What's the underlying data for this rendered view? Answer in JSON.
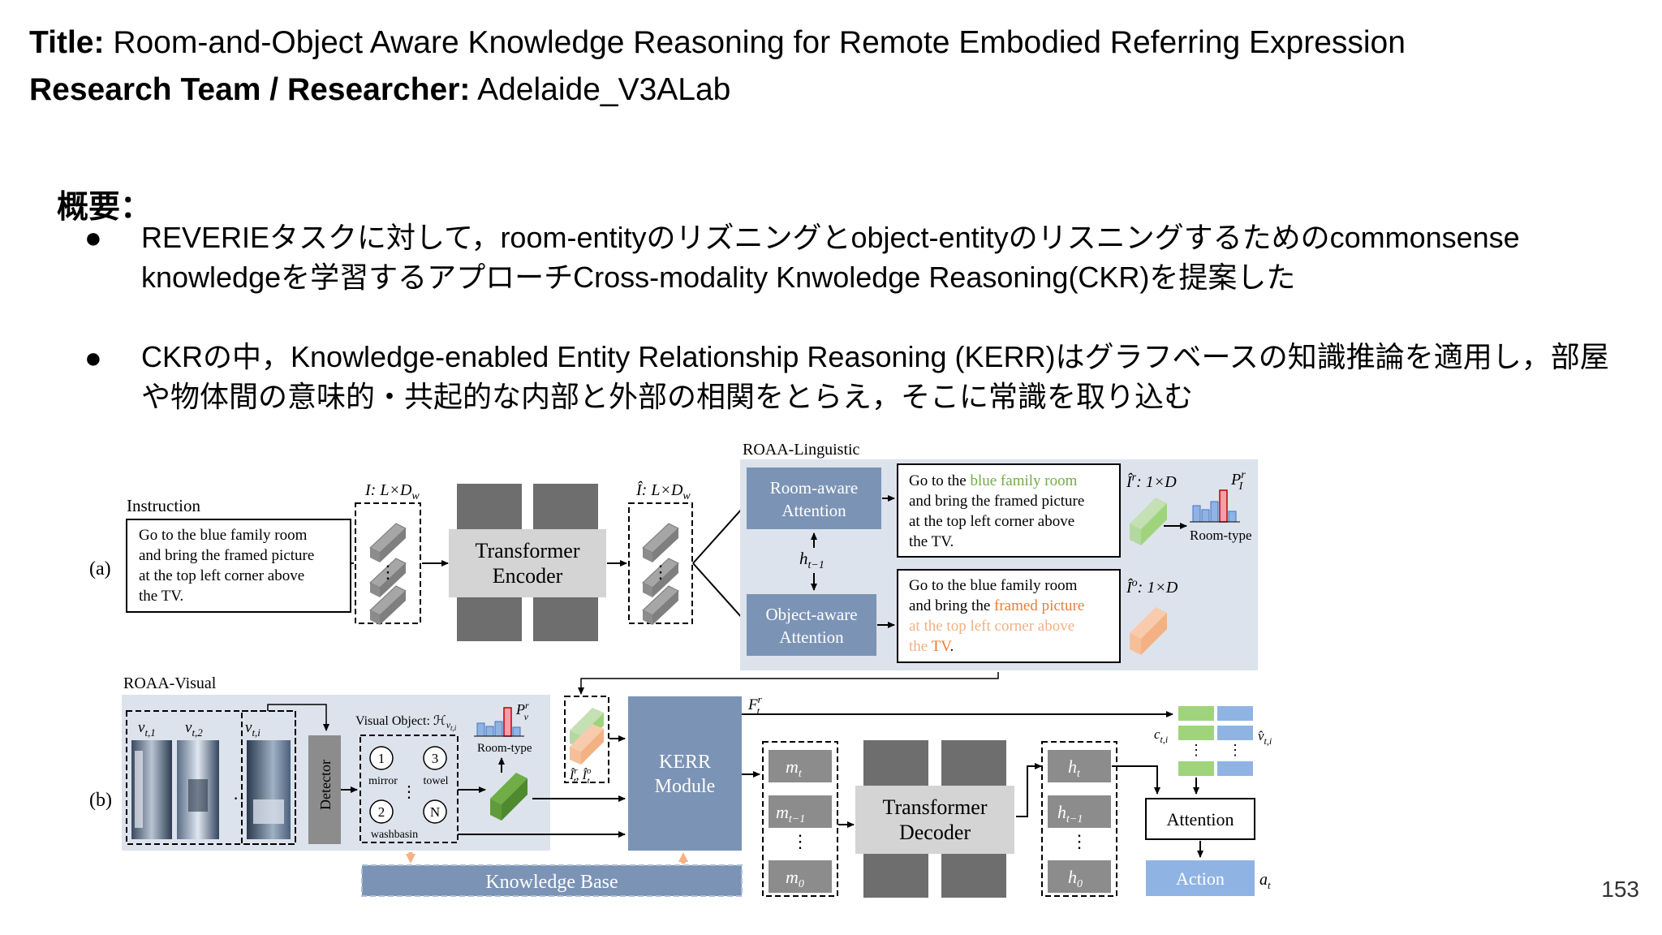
{
  "header": {
    "title_label": "Title:",
    "title_value": "Room-and-Object Aware Knowledge Reasoning for Remote Embodied Referring Expression",
    "team_label": "Research Team / Researcher:",
    "team_value": "Adelaide_V3ALab"
  },
  "overview": {
    "heading": "概要：",
    "bullet_symbol": "●",
    "bullets": [
      "REVERIEタスクに対して，room-entityのリズニングとobject-entityのリスニングするためのcommonsense knowledgeを学習するアプローチCross-modality Knwoledge Reasoning(CKR)を提案した",
      "CKRの中，Knowledge-enabled Entity Relationship Reasoning (KERR)はグラフベースの知識推論を適用し，部屋や物体間の意味的・共起的な内部と外部の相関をとらえ，そこに常識を取り込む"
    ]
  },
  "figure": {
    "label_a": "(a)",
    "label_b": "(b)",
    "instruction_label": "Instruction",
    "instruction_text": [
      "Go to the blue family room",
      "and bring the framed picture",
      "at the top left corner above",
      "the TV."
    ],
    "input_dim": "I: L×D",
    "input_dim_sub": "w",
    "enc_dim": "Î: L×D",
    "enc_dim_sub": "w",
    "transformer_encoder": [
      "Transformer",
      "Encoder"
    ],
    "roaa_linguistic": "ROAA-Linguistic",
    "room_attention": [
      "Room-aware",
      "Attention"
    ],
    "object_attention": [
      "Object-aware",
      "Attention"
    ],
    "hidden_prev": "h",
    "hidden_prev_sub": "t−1",
    "room_text": {
      "l1_pre": "Go to the ",
      "l1_hl": "blue family room",
      "l2": "and bring the framed picture",
      "l3": "at the top left corner above",
      "l4": "the TV."
    },
    "object_text": {
      "l1": "Go to the blue family room",
      "l2_pre": "and bring the ",
      "l2_hl": "framed picture",
      "l3": "at the top left corner above",
      "l4_a": "the ",
      "l4_b": "TV",
      "l4_c": "."
    },
    "room_feat": "Î",
    "room_feat_sup": "r",
    "room_feat_dim": ": 1×D",
    "obj_feat": "Î",
    "obj_feat_sup": "o",
    "obj_feat_dim": ": 1×D",
    "room_prob": "P",
    "room_prob_sup": "r",
    "room_prob_sub": "I",
    "room_type": "Room-type",
    "roaa_visual": "ROAA-Visual",
    "view_labels": [
      "v",
      "v",
      "v"
    ],
    "view_subs": [
      "t,1",
      "t,2",
      "t,i"
    ],
    "detector": "Detector",
    "visual_object": "Visual Object: ℋ",
    "visual_object_sub": "v",
    "visual_object_subsub": "t,i",
    "objects": [
      {
        "id": "1",
        "name": "mirror"
      },
      {
        "id": "3",
        "name": "towel"
      },
      {
        "id": "2",
        "name": "washbasin"
      },
      {
        "id": "N",
        "name": ""
      }
    ],
    "visual_prob": "P",
    "visual_prob_sup": "r",
    "visual_prob_sub": "v",
    "visual_room_type": "Room-type",
    "feat_pair": "Î",
    "feat_pair_sup": "r",
    "feat_pair_sub": "t",
    "feat_pair_sup2": "o",
    "kerr": [
      "KERR",
      "Module"
    ],
    "knowledge_base": "Knowledge Base",
    "fusion_feat": "F",
    "fusion_feat_sup": "r",
    "fusion_feat_sub": "t",
    "memory": [
      "m",
      "m",
      "m"
    ],
    "memory_subs": [
      "t",
      "t−1",
      "0"
    ],
    "transformer_decoder": [
      "Transformer",
      "Decoder"
    ],
    "hidden": [
      "h",
      "h",
      "h"
    ],
    "hidden_subs": [
      "t",
      "t−1",
      "0"
    ],
    "c_label": "c",
    "c_sub": "t,i",
    "v_label": "v̂",
    "v_sub": "t,i",
    "attention": "Attention",
    "action": "Action",
    "action_out": "a",
    "action_sub": "t",
    "vdots": "⋮",
    "dots": "…"
  },
  "page_number": "153",
  "colors": {
    "block_blue": "#7b93b5",
    "panel_bg": "#dde3ec",
    "dark_gray": "#6e6e6e",
    "light_gray": "#d4d4d4",
    "green": "#9fd47c",
    "orange": "#f4b183",
    "highlight_green": "#70ad47",
    "highlight_orange": "#ed7d31",
    "action_blue": "#8fb4e3"
  }
}
